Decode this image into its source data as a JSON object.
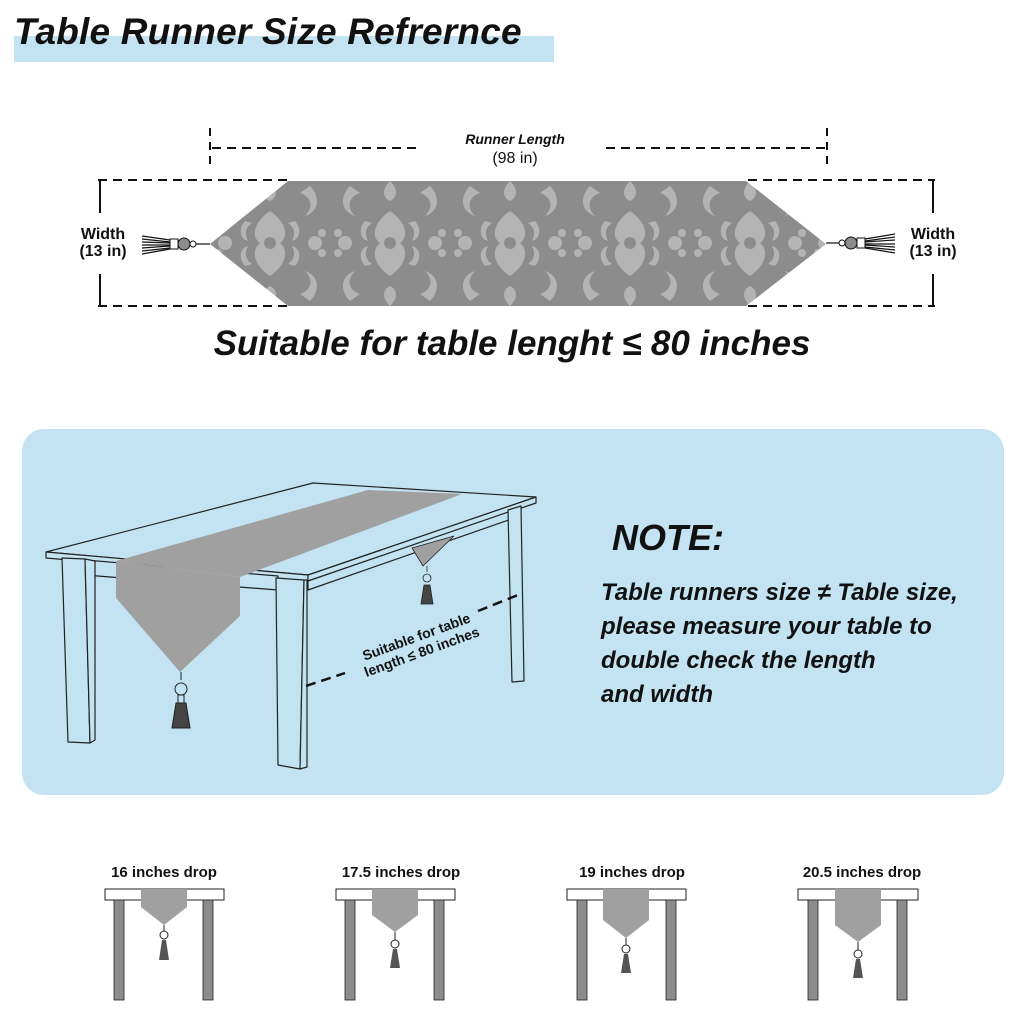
{
  "header": {
    "title": "Table Runner Size Refrernce"
  },
  "runner_diagram": {
    "length_label": "Runner Length",
    "length_value": "(98 in)",
    "left_width": {
      "label": "Width",
      "value": "(13 in)"
    },
    "right_width": {
      "label": "Width",
      "value": "(13 in)"
    },
    "pattern": "damask",
    "colors": {
      "fabric_dark": "#8c8c8c",
      "fabric_light": "#b4b4b4"
    }
  },
  "suitability": {
    "headline": "Suitable for table lenght ≤ 80 inches"
  },
  "info_panel": {
    "background": "#c3e3f2",
    "table_illustration": {
      "annotation_line1": "Suitable for table",
      "annotation_line2": "length ≤ 80 inches"
    },
    "note": {
      "title": "NOTE:",
      "lines": [
        "Table runners size ≠ Table size,",
        "please measure your table to",
        "double check the length",
        "and width"
      ]
    }
  },
  "drops": [
    {
      "label": "16 inches drop",
      "value_in": 16
    },
    {
      "label": "17.5 inches drop",
      "value_in": 17.5
    },
    {
      "label": "19 inches drop",
      "value_in": 19
    },
    {
      "label": "20.5 inches drop",
      "value_in": 20.5
    }
  ]
}
